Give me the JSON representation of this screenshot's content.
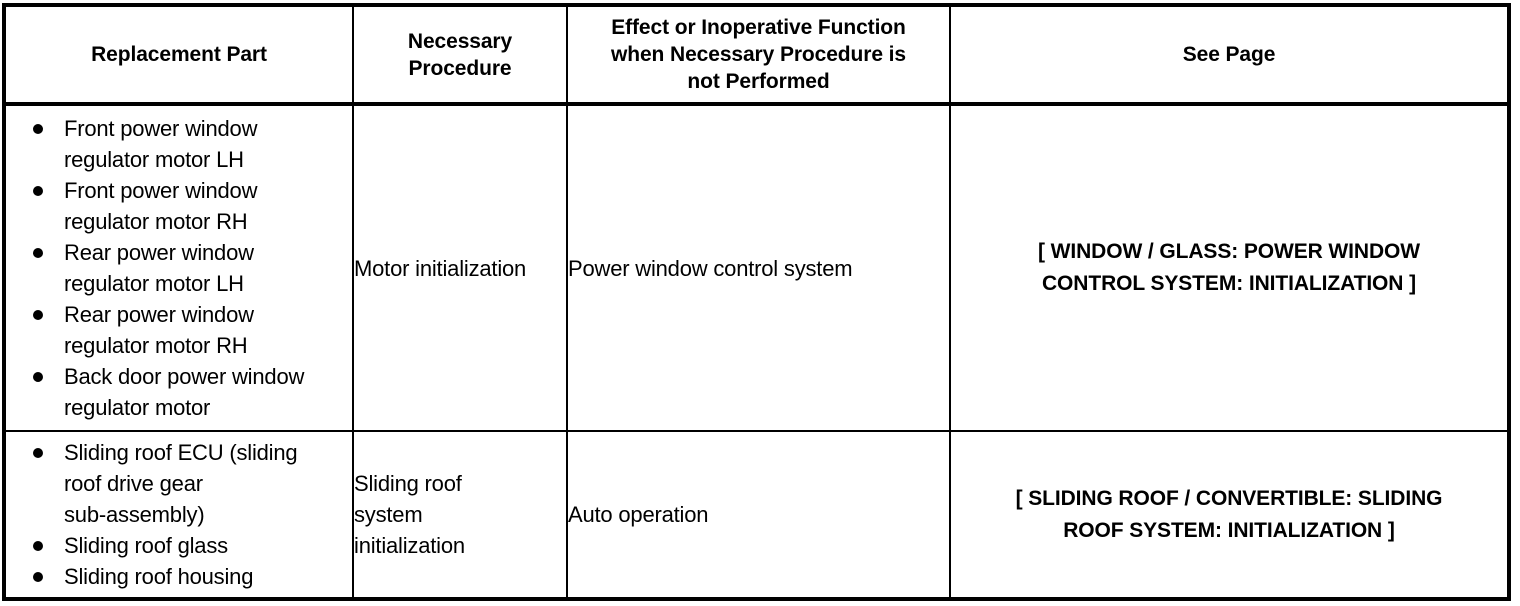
{
  "table": {
    "headers": [
      {
        "label": "Replacement Part"
      },
      {
        "label": "Necessary\nProcedure",
        "line1": "Necessary",
        "line2": "Procedure"
      },
      {
        "label": "Effect or Inoperative Function when Necessary Procedure is not Performed",
        "line1": "Effect or Inoperative Function",
        "line2": "when Necessary Procedure is",
        "line3": "not Performed"
      },
      {
        "label": "See Page"
      }
    ],
    "rows": [
      {
        "parts": [
          "Front power window regulator motor LH",
          "Front power window regulator motor RH",
          "Rear power window regulator motor LH",
          "Rear power window regulator motor RH",
          "Back door power window regulator motor"
        ],
        "parts_lines": [
          [
            "Front power window",
            "regulator motor LH"
          ],
          [
            "Front power window",
            "regulator motor RH"
          ],
          [
            "Rear power window",
            "regulator motor LH"
          ],
          [
            "Rear power window",
            "regulator motor RH"
          ],
          [
            "Back door power window",
            "regulator motor"
          ]
        ],
        "procedure": "Motor initialization",
        "effect": "Power window control system",
        "see_page": "[ WINDOW / GLASS: POWER WINDOW CONTROL SYSTEM: INITIALIZATION ]",
        "see_page_line1": "[ WINDOW / GLASS: POWER WINDOW",
        "see_page_line2": "CONTROL SYSTEM: INITIALIZATION ]"
      },
      {
        "parts": [
          "Sliding roof ECU (sliding roof drive gear sub-assembly)",
          "Sliding roof glass",
          "Sliding roof housing"
        ],
        "parts_lines": [
          [
            "Sliding roof ECU (sliding",
            "roof drive gear",
            "sub-assembly)"
          ],
          [
            "Sliding roof glass"
          ],
          [
            "Sliding roof housing"
          ]
        ],
        "procedure": "Sliding roof system initialization",
        "procedure_line1": "Sliding roof",
        "procedure_line2": "system",
        "procedure_line3": "initialization",
        "effect": "Auto operation",
        "see_page": "[ SLIDING ROOF / CONVERTIBLE: SLIDING ROOF SYSTEM: INITIALIZATION ]",
        "see_page_line1": "[ SLIDING ROOF / CONVERTIBLE: SLIDING",
        "see_page_line2": "ROOF SYSTEM: INITIALIZATION ]"
      }
    ]
  },
  "colors": {
    "border": "#000000",
    "text": "#000000",
    "background": "#ffffff"
  }
}
